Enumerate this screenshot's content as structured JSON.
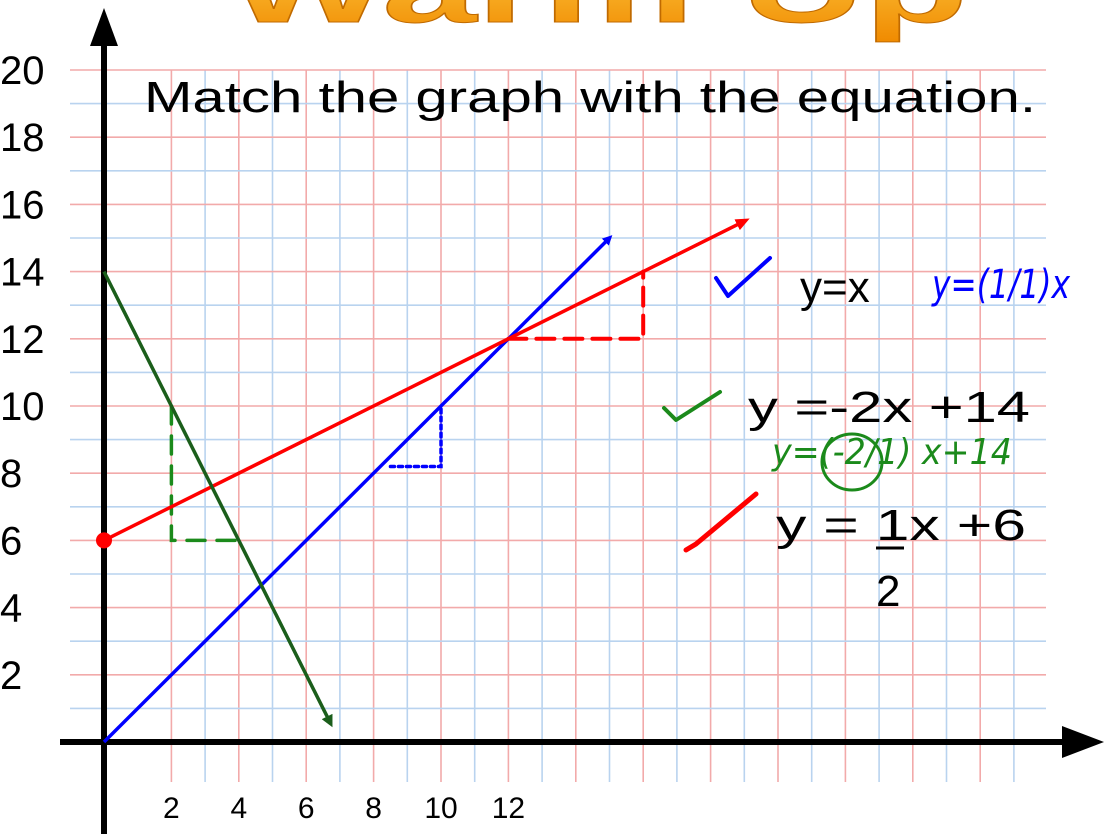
{
  "banner": {
    "text": "Warm Up"
  },
  "prompt": "Match the graph with the equation.",
  "equations": [
    {
      "id": "eq1",
      "text": "y=x"
    },
    {
      "id": "eq2",
      "text": "y =-2x +14"
    },
    {
      "id": "eq3",
      "numerator": "y = 1x +6",
      "denominator": "2"
    }
  ],
  "handwriting": {
    "slope_note_1": "y=(1/1)x",
    "slope_note_2": "y=(-2/1) x+14"
  },
  "chart_data": {
    "type": "line",
    "y_ticks": [
      "2",
      "4",
      "6",
      "8",
      "10",
      "12",
      "14",
      "16",
      "18",
      "20"
    ],
    "x_ticks": [
      "2",
      "4",
      "6",
      "8",
      "10",
      "12"
    ],
    "series": [
      {
        "color": "#0000ff",
        "points": [
          [
            0,
            0
          ],
          [
            15,
            15
          ]
        ]
      },
      {
        "color": "#ff0000",
        "points": [
          [
            0,
            6
          ],
          [
            19,
            15.5
          ]
        ]
      },
      {
        "color": "#1b5e1b",
        "points": [
          [
            0,
            14
          ],
          [
            6.7,
            0.6
          ]
        ]
      }
    ],
    "highlighted_point": {
      "x": 0,
      "y": 6,
      "color": "#ff0000"
    },
    "slope_triangles": [
      {
        "color": "#ff0000",
        "points": [
          [
            12,
            12
          ],
          [
            16,
            12
          ],
          [
            16,
            14
          ]
        ]
      },
      {
        "color": "#0000ff",
        "points": [
          [
            8.5,
            8.2
          ],
          [
            10,
            8.2
          ],
          [
            10,
            10
          ]
        ]
      },
      {
        "color": "#1b8a1b",
        "points": [
          [
            2,
            10
          ],
          [
            2,
            6
          ],
          [
            4,
            6
          ]
        ]
      }
    ],
    "grid": true,
    "colors": {
      "blue_check": "#0000ff",
      "green_check": "#1b8a1b",
      "red_check": "#ff0000"
    }
  }
}
